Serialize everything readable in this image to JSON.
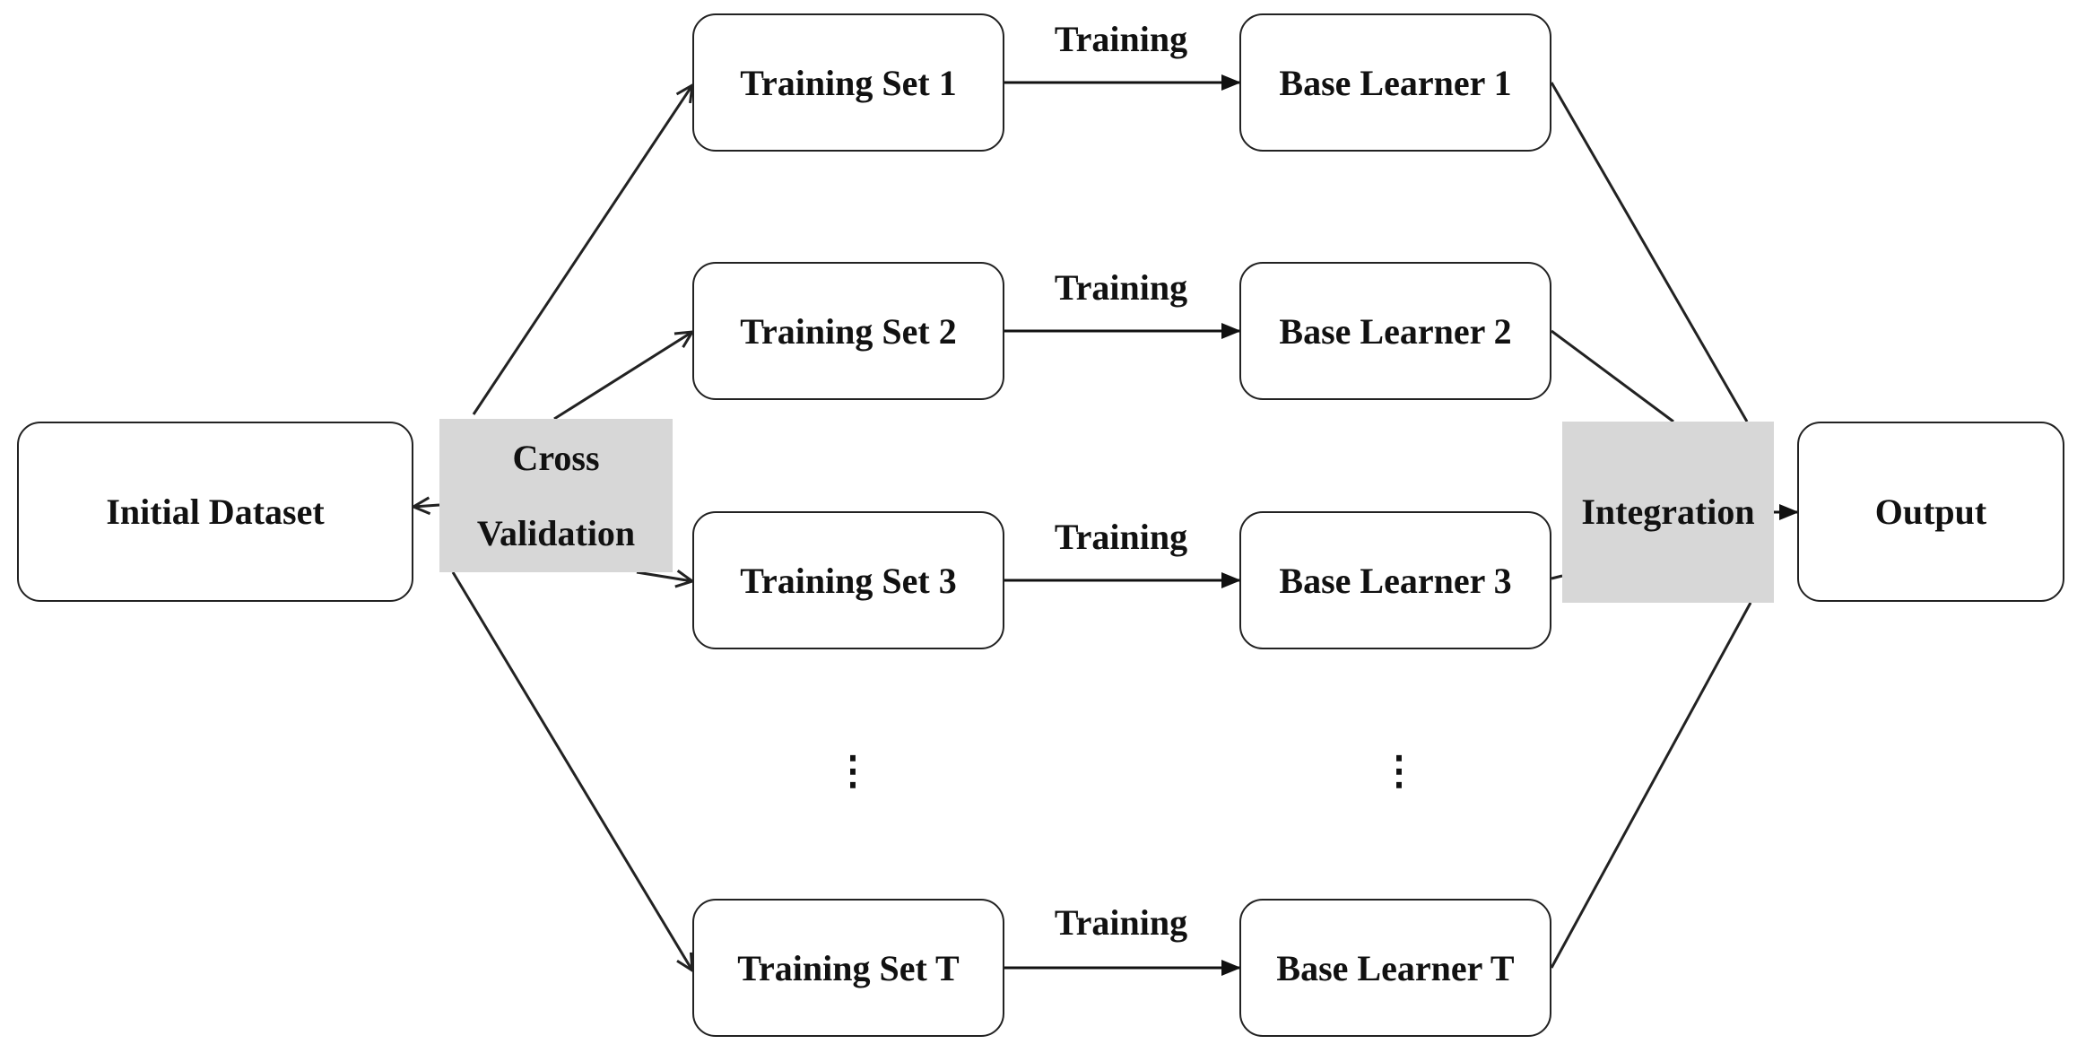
{
  "nodes": {
    "initial_dataset": "Initial Dataset",
    "training_set_1": "Training Set 1",
    "training_set_2": "Training Set 2",
    "training_set_3": "Training Set 3",
    "training_set_T": "Training Set T",
    "base_learner_1": "Base Learner 1",
    "base_learner_2": "Base Learner 2",
    "base_learner_3": "Base Learner 3",
    "base_learner_T": "Base Learner T",
    "output": "Output"
  },
  "hubs": {
    "cross_validation_line1": "Cross",
    "cross_validation_line2": "Validation",
    "integration": "Integration"
  },
  "edge_labels": {
    "training_1": "Training",
    "training_2": "Training",
    "training_3": "Training",
    "training_T": "Training"
  },
  "ellipsis": "⋮",
  "colors": {
    "stroke": "#222222",
    "hub_fill": "#d7d7d7",
    "background": "#ffffff"
  }
}
